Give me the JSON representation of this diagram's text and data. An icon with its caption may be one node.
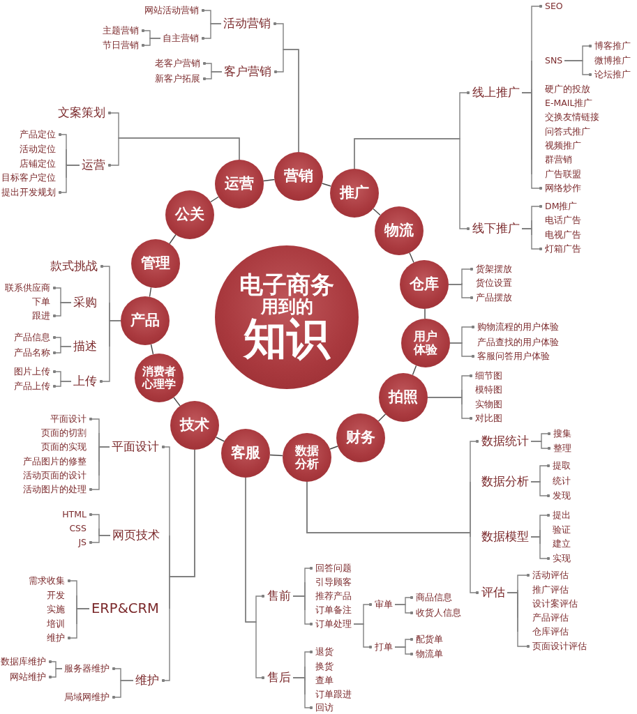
{
  "diagram": {
    "nodes": [
      {
        "text": [
          "电子商务",
          "用到的",
          "知识"
        ]
      },
      {
        "text": [
          "营销"
        ]
      },
      {
        "text": [
          "推广"
        ]
      },
      {
        "text": [
          "物流"
        ]
      },
      {
        "text": [
          "仓库"
        ]
      },
      {
        "text": [
          "用户体验"
        ]
      },
      {
        "text": [
          "拍照"
        ]
      },
      {
        "text": [
          "财务"
        ]
      },
      {
        "text": [
          "数据分析"
        ]
      },
      {
        "text": [
          "客服"
        ]
      },
      {
        "text": [
          "技术"
        ]
      },
      {
        "text": [
          "消费者心理学"
        ]
      },
      {
        "text": [
          "产品"
        ]
      },
      {
        "text": [
          "管理"
        ]
      },
      {
        "text": [
          "公关"
        ]
      },
      {
        "text": [
          "运营"
        ]
      },
      {
        "text": [
          "活动营销"
        ]
      },
      {
        "text": [
          "网站活动营销"
        ]
      },
      {
        "text": [
          "自主营销"
        ]
      },
      {
        "text": [
          "主题营销"
        ]
      },
      {
        "text": [
          "节日营销"
        ]
      },
      {
        "text": [
          "客户营销"
        ]
      },
      {
        "text": [
          "老客户营销"
        ]
      },
      {
        "text": [
          "新客户拓展"
        ]
      },
      {
        "text": [
          "文案策划"
        ]
      },
      {
        "text": [
          "运营"
        ]
      },
      {
        "text": [
          "产品定位"
        ]
      },
      {
        "text": [
          "活动定位"
        ]
      },
      {
        "text": [
          "店铺定位"
        ]
      },
      {
        "text": [
          "目标客户定位"
        ]
      },
      {
        "text": [
          "提出开发规划"
        ]
      },
      {
        "text": [
          "线上推广"
        ]
      },
      {
        "text": [
          "SEO"
        ]
      },
      {
        "text": [
          "SNS"
        ]
      },
      {
        "text": [
          "博客推广"
        ]
      },
      {
        "text": [
          "微博推广"
        ]
      },
      {
        "text": [
          "论坛推广"
        ]
      },
      {
        "text": [
          "硬广的投放"
        ]
      },
      {
        "text": [
          "E-MAIL推广"
        ]
      },
      {
        "text": [
          "交换友情链接"
        ]
      },
      {
        "text": [
          "问答式推广"
        ]
      },
      {
        "text": [
          "视频推广"
        ]
      },
      {
        "text": [
          "群营销"
        ]
      },
      {
        "text": [
          "广告联盟"
        ]
      },
      {
        "text": [
          "网络炒作"
        ]
      },
      {
        "text": [
          "线下推广"
        ]
      },
      {
        "text": [
          "DM推广"
        ]
      },
      {
        "text": [
          "电话广告"
        ]
      },
      {
        "text": [
          "电视广告"
        ]
      },
      {
        "text": [
          "灯箱广告"
        ]
      },
      {
        "text": [
          "货架摆放"
        ]
      },
      {
        "text": [
          "货位设置"
        ]
      },
      {
        "text": [
          "产品摆放"
        ]
      },
      {
        "text": [
          "购物流程的用户体验"
        ]
      },
      {
        "text": [
          "产品查找的用户体验"
        ]
      },
      {
        "text": [
          "客服问答用户体验"
        ]
      },
      {
        "text": [
          "细节图"
        ]
      },
      {
        "text": [
          "模特图"
        ]
      },
      {
        "text": [
          "实物图"
        ]
      },
      {
        "text": [
          "对比图"
        ]
      },
      {
        "text": [
          "数据统计"
        ]
      },
      {
        "text": [
          "搜集"
        ]
      },
      {
        "text": [
          "整理"
        ]
      },
      {
        "text": [
          "数据分析"
        ]
      },
      {
        "text": [
          "提取"
        ]
      },
      {
        "text": [
          "统计"
        ]
      },
      {
        "text": [
          "发现"
        ]
      },
      {
        "text": [
          "数据模型"
        ]
      },
      {
        "text": [
          "提出"
        ]
      },
      {
        "text": [
          "验证"
        ]
      },
      {
        "text": [
          "建立"
        ]
      },
      {
        "text": [
          "实现"
        ]
      },
      {
        "text": [
          "评估"
        ]
      },
      {
        "text": [
          "活动评估"
        ]
      },
      {
        "text": [
          "推广评估"
        ]
      },
      {
        "text": [
          "设计案评估"
        ]
      },
      {
        "text": [
          "产品评估"
        ]
      },
      {
        "text": [
          "仓库评估"
        ]
      },
      {
        "text": [
          "页面设计评估"
        ]
      },
      {
        "text": [
          "售前"
        ]
      },
      {
        "text": [
          "回答问题"
        ]
      },
      {
        "text": [
          "引导顾客"
        ]
      },
      {
        "text": [
          "推荐产品"
        ]
      },
      {
        "text": [
          "订单备注"
        ]
      },
      {
        "text": [
          "订单处理"
        ]
      },
      {
        "text": [
          "审单"
        ]
      },
      {
        "text": [
          "商品信息"
        ]
      },
      {
        "text": [
          "收货人信息"
        ]
      },
      {
        "text": [
          "打单"
        ]
      },
      {
        "text": [
          "配货单"
        ]
      },
      {
        "text": [
          "物流单"
        ]
      },
      {
        "text": [
          "售后"
        ]
      },
      {
        "text": [
          "退货"
        ]
      },
      {
        "text": [
          "换货"
        ]
      },
      {
        "text": [
          "查单"
        ]
      },
      {
        "text": [
          "订单跟进"
        ]
      },
      {
        "text": [
          "回访"
        ]
      },
      {
        "text": [
          "平面设计"
        ]
      },
      {
        "text": [
          "平面设计"
        ]
      },
      {
        "text": [
          "页面的切割"
        ]
      },
      {
        "text": [
          "页面的实现"
        ]
      },
      {
        "text": [
          "产品图片的修整"
        ]
      },
      {
        "text": [
          "活动页面的设计"
        ]
      },
      {
        "text": [
          "活动图片的处理"
        ]
      },
      {
        "text": [
          "网页技术"
        ]
      },
      {
        "text": [
          "HTML"
        ]
      },
      {
        "text": [
          "CSS"
        ]
      },
      {
        "text": [
          "JS"
        ]
      },
      {
        "text": [
          "ERP&CRM"
        ]
      },
      {
        "text": [
          "需求收集"
        ]
      },
      {
        "text": [
          "开发"
        ]
      },
      {
        "text": [
          "实施"
        ]
      },
      {
        "text": [
          "培训"
        ]
      },
      {
        "text": [
          "维护"
        ]
      },
      {
        "text": [
          "维护"
        ]
      },
      {
        "text": [
          "服务器维护"
        ]
      },
      {
        "text": [
          "数据库维护"
        ]
      },
      {
        "text": [
          "网站维护"
        ]
      },
      {
        "text": [
          "局域网维护"
        ]
      },
      {
        "text": [
          "款式挑战"
        ]
      },
      {
        "text": [
          "采购"
        ]
      },
      {
        "text": [
          "联系供应商"
        ]
      },
      {
        "text": [
          "下单"
        ]
      },
      {
        "text": [
          "跟进"
        ]
      },
      {
        "text": [
          "描述"
        ]
      },
      {
        "text": [
          "产品信息"
        ]
      },
      {
        "text": [
          "产品名称"
        ]
      },
      {
        "text": [
          "上传"
        ]
      },
      {
        "text": [
          "图片上传"
        ]
      },
      {
        "text": [
          "产品上传"
        ]
      }
    ],
    "edges": [
      {
        "from": 1,
        "to": 2,
        "arrow": "none",
        "color": "#444444"
      },
      {
        "from": 2,
        "to": 3,
        "arrow": "none",
        "color": "#444444"
      },
      {
        "from": 3,
        "to": 4,
        "arrow": "none",
        "color": "#444444"
      },
      {
        "from": 4,
        "to": 5,
        "arrow": "none",
        "color": "#444444"
      },
      {
        "from": 5,
        "to": 6,
        "arrow": "none",
        "color": "#444444"
      },
      {
        "from": 6,
        "to": 7,
        "arrow": "none",
        "color": "#444444"
      },
      {
        "from": 7,
        "to": 8,
        "arrow": "none",
        "color": "#444444"
      },
      {
        "from": 8,
        "to": 9,
        "arrow": "none",
        "color": "#444444"
      },
      {
        "from": 9,
        "to": 10,
        "arrow": "none",
        "color": "#444444"
      },
      {
        "from": 10,
        "to": 11,
        "arrow": "none",
        "color": "#444444"
      },
      {
        "from": 11,
        "to": 12,
        "arrow": "none",
        "color": "#444444"
      },
      {
        "from": 12,
        "to": 13,
        "arrow": "none",
        "color": "#444444"
      },
      {
        "from": 13,
        "to": 14,
        "arrow": "none",
        "color": "#444444"
      },
      {
        "from": 14,
        "to": 15,
        "arrow": "none",
        "color": "#444444"
      },
      {
        "from": 15,
        "to": 1,
        "arrow": "none",
        "color": "#444444"
      },
      {
        "from": 1,
        "to": 16,
        "arrow": "other"
      },
      {
        "from": 1,
        "to": 21,
        "arrow": "other"
      },
      {
        "from": 16,
        "to": 17,
        "arrow": "other"
      },
      {
        "from": 16,
        "to": 18,
        "arrow": "other"
      },
      {
        "from": 18,
        "to": 19,
        "arrow": "other"
      },
      {
        "from": 18,
        "to": 20,
        "arrow": "other"
      },
      {
        "from": 21,
        "to": 22,
        "arrow": "other"
      },
      {
        "from": 21,
        "to": 23,
        "arrow": "other"
      },
      {
        "from": 15,
        "to": 24,
        "arrow": "other"
      },
      {
        "from": 15,
        "to": 25,
        "arrow": "other"
      },
      {
        "from": 25,
        "to": 26,
        "arrow": "other"
      },
      {
        "from": 25,
        "to": 27,
        "arrow": "none"
      },
      {
        "from": 25,
        "to": 28,
        "arrow": "none"
      },
      {
        "from": 25,
        "to": 29,
        "arrow": "none"
      },
      {
        "from": 25,
        "to": 30,
        "arrow": "other"
      },
      {
        "from": 2,
        "to": 31,
        "arrow": "other"
      },
      {
        "from": 2,
        "to": 45,
        "arrow": "other"
      },
      {
        "from": 31,
        "to": 32,
        "arrow": "other"
      },
      {
        "from": 31,
        "to": 33,
        "arrow": "none"
      },
      {
        "from": 31,
        "to": 37,
        "arrow": "none"
      },
      {
        "from": 31,
        "to": 38,
        "arrow": "none"
      },
      {
        "from": 31,
        "to": 39,
        "arrow": "none"
      },
      {
        "from": 31,
        "to": 40,
        "arrow": "none"
      },
      {
        "from": 31,
        "to": 41,
        "arrow": "none"
      },
      {
        "from": 31,
        "to": 42,
        "arrow": "none"
      },
      {
        "from": 31,
        "to": 43,
        "arrow": "none"
      },
      {
        "from": 31,
        "to": 44,
        "arrow": "other"
      },
      {
        "from": 33,
        "to": 34,
        "arrow": "other"
      },
      {
        "from": 33,
        "to": 35,
        "arrow": "none"
      },
      {
        "from": 33,
        "to": 36,
        "arrow": "other"
      },
      {
        "from": 45,
        "to": 46,
        "arrow": "other"
      },
      {
        "from": 45,
        "to": 47,
        "arrow": "none"
      },
      {
        "from": 45,
        "to": 48,
        "arrow": "none"
      },
      {
        "from": 45,
        "to": 49,
        "arrow": "other"
      },
      {
        "from": 4,
        "to": 50,
        "arrow": "other"
      },
      {
        "from": 4,
        "to": 51,
        "arrow": "none"
      },
      {
        "from": 4,
        "to": 52,
        "arrow": "other"
      },
      {
        "from": 5,
        "to": 53,
        "arrow": "other"
      },
      {
        "from": 5,
        "to": 54,
        "arrow": "none"
      },
      {
        "from": 5,
        "to": 55,
        "arrow": "other"
      },
      {
        "from": 6,
        "to": 56,
        "arrow": "other"
      },
      {
        "from": 6,
        "to": 57,
        "arrow": "none"
      },
      {
        "from": 6,
        "to": 58,
        "arrow": "none"
      },
      {
        "from": 6,
        "to": 59,
        "arrow": "other"
      },
      {
        "from": 8,
        "to": 60,
        "arrow": "other"
      },
      {
        "from": 8,
        "to": 63,
        "arrow": "none"
      },
      {
        "from": 8,
        "to": 67,
        "arrow": "none"
      },
      {
        "from": 8,
        "to": 72,
        "arrow": "other"
      },
      {
        "from": 60,
        "to": 61,
        "arrow": "other"
      },
      {
        "from": 60,
        "to": 62,
        "arrow": "other"
      },
      {
        "from": 63,
        "to": 64,
        "arrow": "other"
      },
      {
        "from": 63,
        "to": 65,
        "arrow": "none"
      },
      {
        "from": 63,
        "to": 66,
        "arrow": "other"
      },
      {
        "from": 67,
        "to": 68,
        "arrow": "other"
      },
      {
        "from": 67,
        "to": 69,
        "arrow": "none"
      },
      {
        "from": 67,
        "to": 70,
        "arrow": "none"
      },
      {
        "from": 67,
        "to": 71,
        "arrow": "other"
      },
      {
        "from": 72,
        "to": 73,
        "arrow": "other"
      },
      {
        "from": 72,
        "to": 74,
        "arrow": "none"
      },
      {
        "from": 72,
        "to": 75,
        "arrow": "none"
      },
      {
        "from": 72,
        "to": 76,
        "arrow": "none"
      },
      {
        "from": 72,
        "to": 77,
        "arrow": "none"
      },
      {
        "from": 72,
        "to": 78,
        "arrow": "other"
      },
      {
        "from": 9,
        "to": 79,
        "arrow": "other"
      },
      {
        "from": 9,
        "to": 91,
        "arrow": "other"
      },
      {
        "from": 79,
        "to": 80,
        "arrow": "other"
      },
      {
        "from": 79,
        "to": 81,
        "arrow": "none"
      },
      {
        "from": 79,
        "to": 82,
        "arrow": "none"
      },
      {
        "from": 79,
        "to": 83,
        "arrow": "none"
      },
      {
        "from": 79,
        "to": 84,
        "arrow": "other"
      },
      {
        "from": 84,
        "to": 85,
        "arrow": "other"
      },
      {
        "from": 84,
        "to": 88,
        "arrow": "other"
      },
      {
        "from": 85,
        "to": 86,
        "arrow": "other"
      },
      {
        "from": 85,
        "to": 87,
        "arrow": "other"
      },
      {
        "from": 88,
        "to": 89,
        "arrow": "other"
      },
      {
        "from": 88,
        "to": 90,
        "arrow": "other"
      },
      {
        "from": 91,
        "to": 92,
        "arrow": "other"
      },
      {
        "from": 91,
        "to": 93,
        "arrow": "none"
      },
      {
        "from": 91,
        "to": 94,
        "arrow": "none"
      },
      {
        "from": 91,
        "to": 95,
        "arrow": "none"
      },
      {
        "from": 91,
        "to": 96,
        "arrow": "other"
      },
      {
        "from": 10,
        "to": 97,
        "arrow": "other"
      },
      {
        "from": 10,
        "to": 104,
        "arrow": "none"
      },
      {
        "from": 10,
        "to": 108,
        "arrow": "none"
      },
      {
        "from": 10,
        "to": 114,
        "arrow": "other"
      },
      {
        "from": 97,
        "to": 98,
        "arrow": "other"
      },
      {
        "from": 97,
        "to": 99,
        "arrow": "none"
      },
      {
        "from": 97,
        "to": 100,
        "arrow": "none"
      },
      {
        "from": 97,
        "to": 101,
        "arrow": "none"
      },
      {
        "from": 97,
        "to": 102,
        "arrow": "none"
      },
      {
        "from": 97,
        "to": 103,
        "arrow": "other"
      },
      {
        "from": 104,
        "to": 105,
        "arrow": "other"
      },
      {
        "from": 104,
        "to": 106,
        "arrow": "none"
      },
      {
        "from": 104,
        "to": 107,
        "arrow": "other"
      },
      {
        "from": 108,
        "to": 109,
        "arrow": "other"
      },
      {
        "from": 108,
        "to": 110,
        "arrow": "none"
      },
      {
        "from": 108,
        "to": 111,
        "arrow": "none"
      },
      {
        "from": 108,
        "to": 112,
        "arrow": "none"
      },
      {
        "from": 108,
        "to": 113,
        "arrow": "other"
      },
      {
        "from": 114,
        "to": 115,
        "arrow": "other"
      },
      {
        "from": 114,
        "to": 118,
        "arrow": "other"
      },
      {
        "from": 115,
        "to": 116,
        "arrow": "other"
      },
      {
        "from": 115,
        "to": 117,
        "arrow": "other"
      },
      {
        "from": 12,
        "to": 119,
        "arrow": "other"
      },
      {
        "from": 12,
        "to": 120,
        "arrow": "none"
      },
      {
        "from": 12,
        "to": 124,
        "arrow": "none"
      },
      {
        "from": 12,
        "to": 127,
        "arrow": "other"
      },
      {
        "from": 120,
        "to": 121,
        "arrow": "other"
      },
      {
        "from": 120,
        "to": 122,
        "arrow": "none"
      },
      {
        "from": 120,
        "to": 123,
        "arrow": "other"
      },
      {
        "from": 124,
        "to": 125,
        "arrow": "other"
      },
      {
        "from": 124,
        "to": 126,
        "arrow": "other"
      },
      {
        "from": 127,
        "to": 128,
        "arrow": "other"
      },
      {
        "from": 127,
        "to": 129,
        "arrow": "other"
      }
    ]
  }
}
